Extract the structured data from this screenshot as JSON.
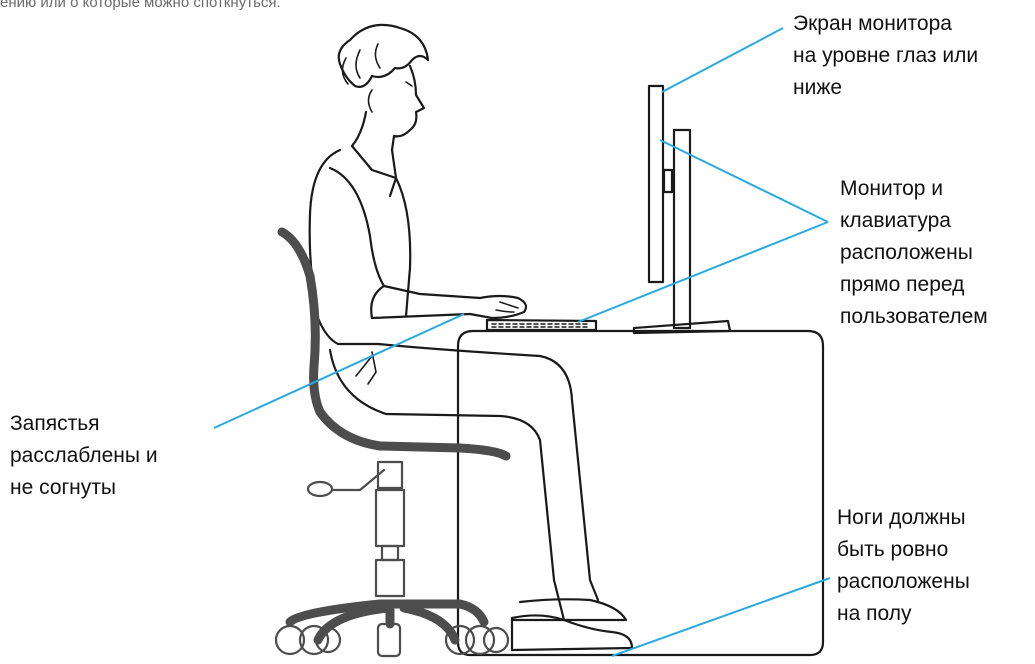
{
  "top_snippet": "ению или о которые можно споткнуться.",
  "labels": {
    "monitor_height": "Экран монитора\nна уровне глаз или\nниже",
    "monitor_keyboard": "Монитор и\nклавиатура\nрасположены\nпрямо перед\nпользователем",
    "wrists": "Запястья\nрасслаблены и\nне согнуты",
    "feet": "Ноги должны\nбыть ровно\nрасположены\nна полу"
  },
  "colors": {
    "leader_line": "#29a9e0",
    "outline": "#1a1a1a",
    "chair": "#4d4d4d"
  },
  "icons": [
    "person-figure",
    "office-chair",
    "desk",
    "monitor",
    "keyboard"
  ]
}
